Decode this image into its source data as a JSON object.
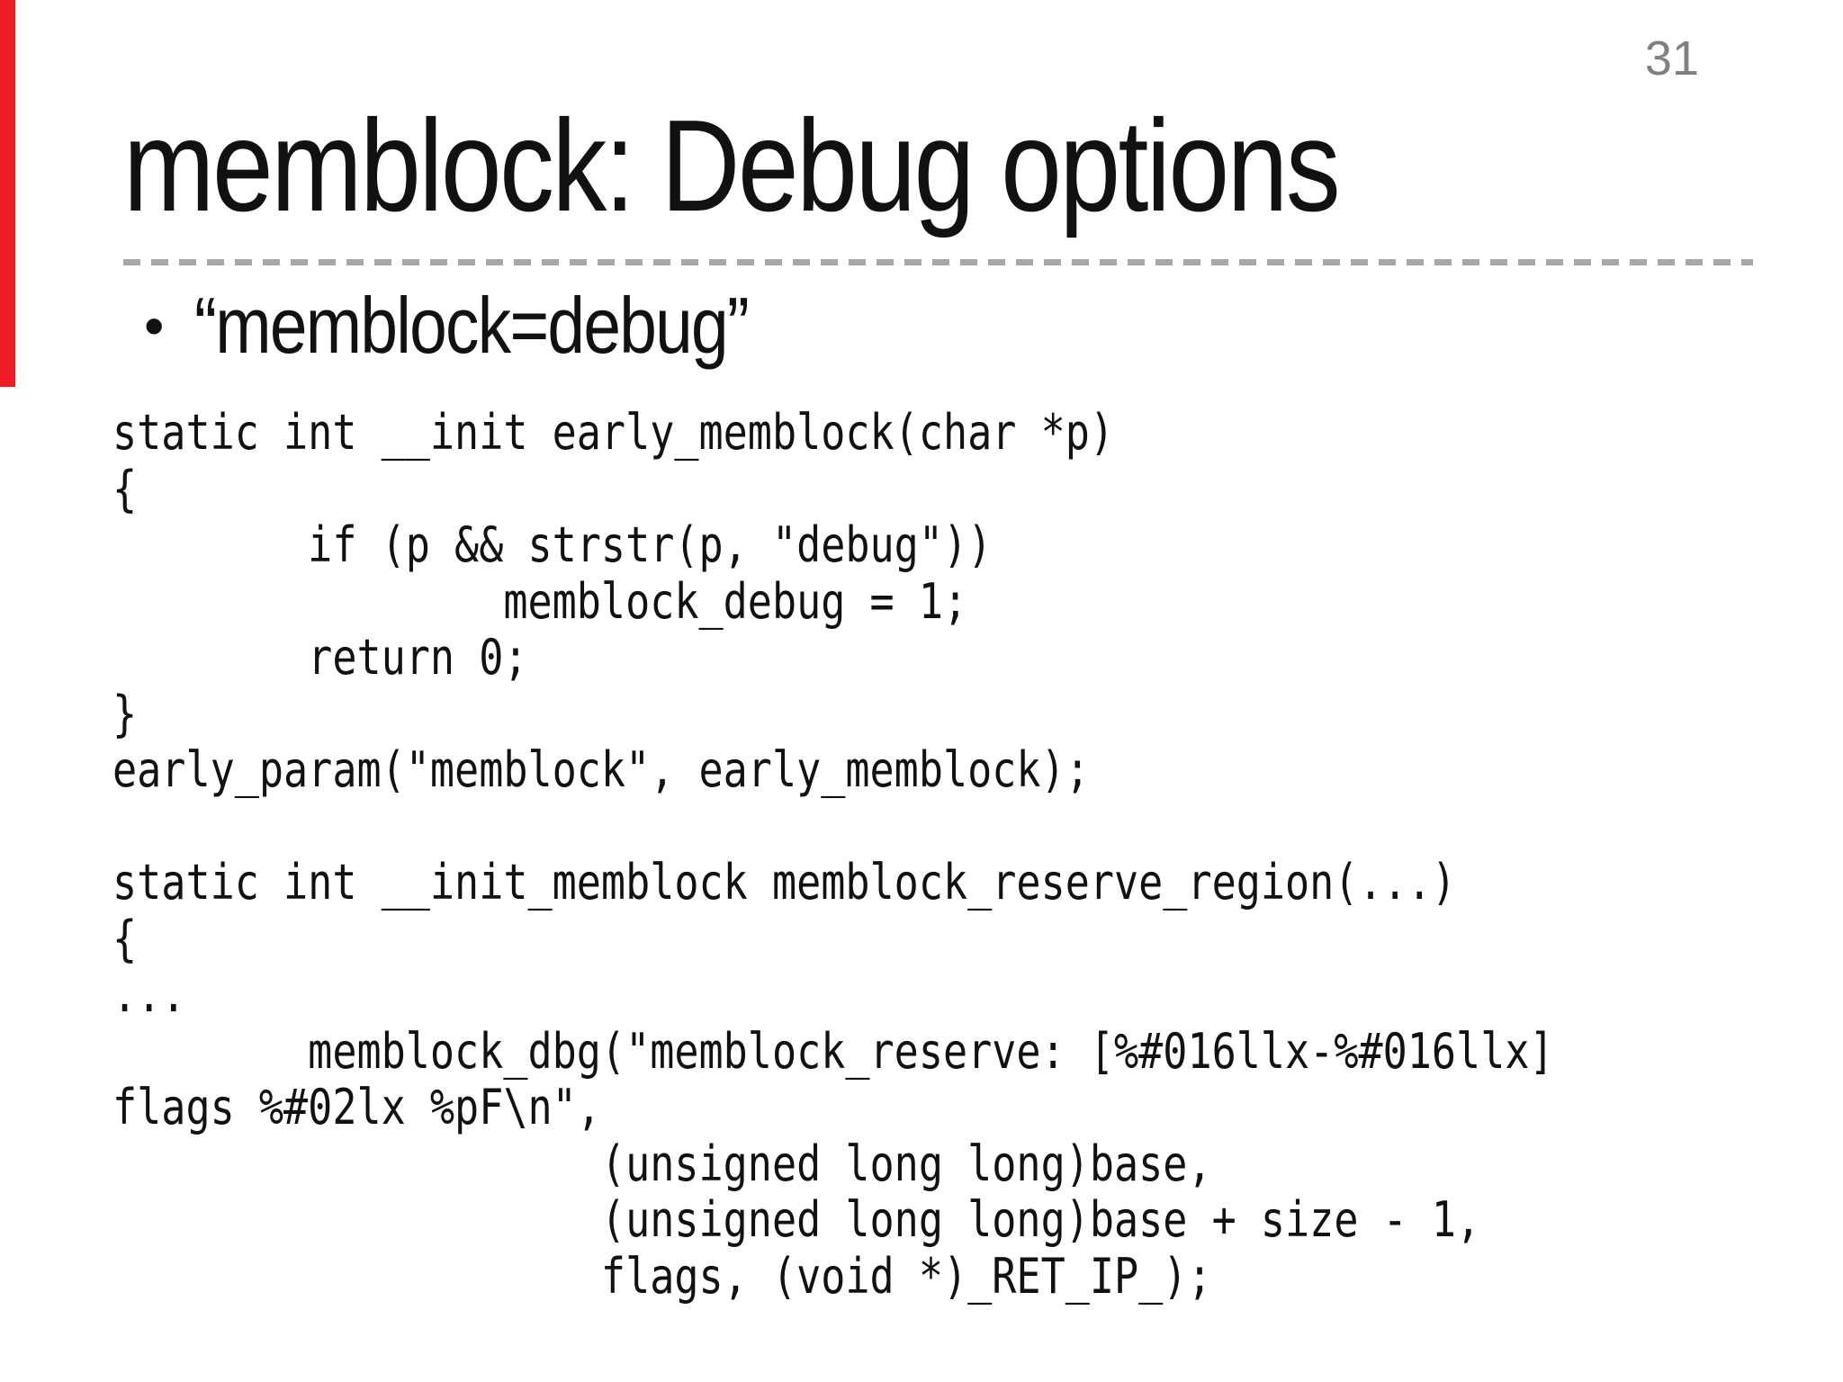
{
  "page": {
    "number": "31"
  },
  "title": {
    "text": "memblock: Debug options"
  },
  "bullet": {
    "marker": "•",
    "text": "“memblock=debug”"
  },
  "code": {
    "text": "static int __init early_memblock(char *p)\n{\n        if (p && strstr(p, \"debug\"))\n                memblock_debug = 1;\n        return 0;\n}\nearly_param(\"memblock\", early_memblock);\n\nstatic int __init_memblock memblock_reserve_region(...)\n{\n...\n        memblock_dbg(\"memblock_reserve: [%#016llx-%#016llx]\nflags %#02lx %pF\\n\",\n                    (unsigned long long)base,\n                    (unsigned long long)base + size - 1,\n                    flags, (void *)_RET_IP_);"
  },
  "colors": {
    "accent_red_bar": "#ed1c24",
    "page_number_gray": "#808080",
    "divider_gray": "#a8a8a8",
    "text": "#111111",
    "background": "#ffffff"
  }
}
